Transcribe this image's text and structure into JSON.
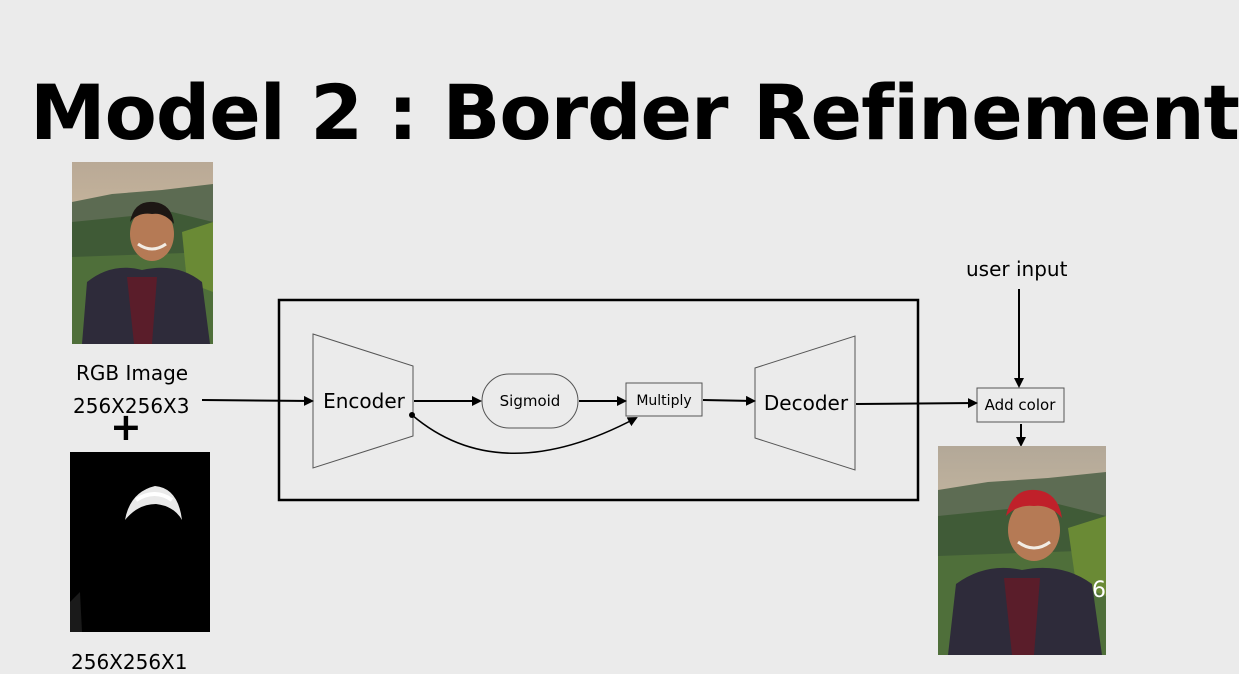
{
  "title": "Model 2 : Border Refinement",
  "inputs": {
    "rgb_label": "RGB Image",
    "rgb_size": "256X256X3",
    "plus": "+",
    "mask_size": "256X256X1"
  },
  "pipeline": {
    "encoder": "Encoder",
    "sigmoid": "Sigmoid",
    "multiply": "Multiply",
    "decoder": "Decoder",
    "add_color": "Add color",
    "user_input": "user input"
  },
  "output": {
    "stray_digit": "6"
  },
  "colors": {
    "background": "#ebebeb",
    "stroke": "#000000",
    "hair_output": "#c0202a"
  }
}
